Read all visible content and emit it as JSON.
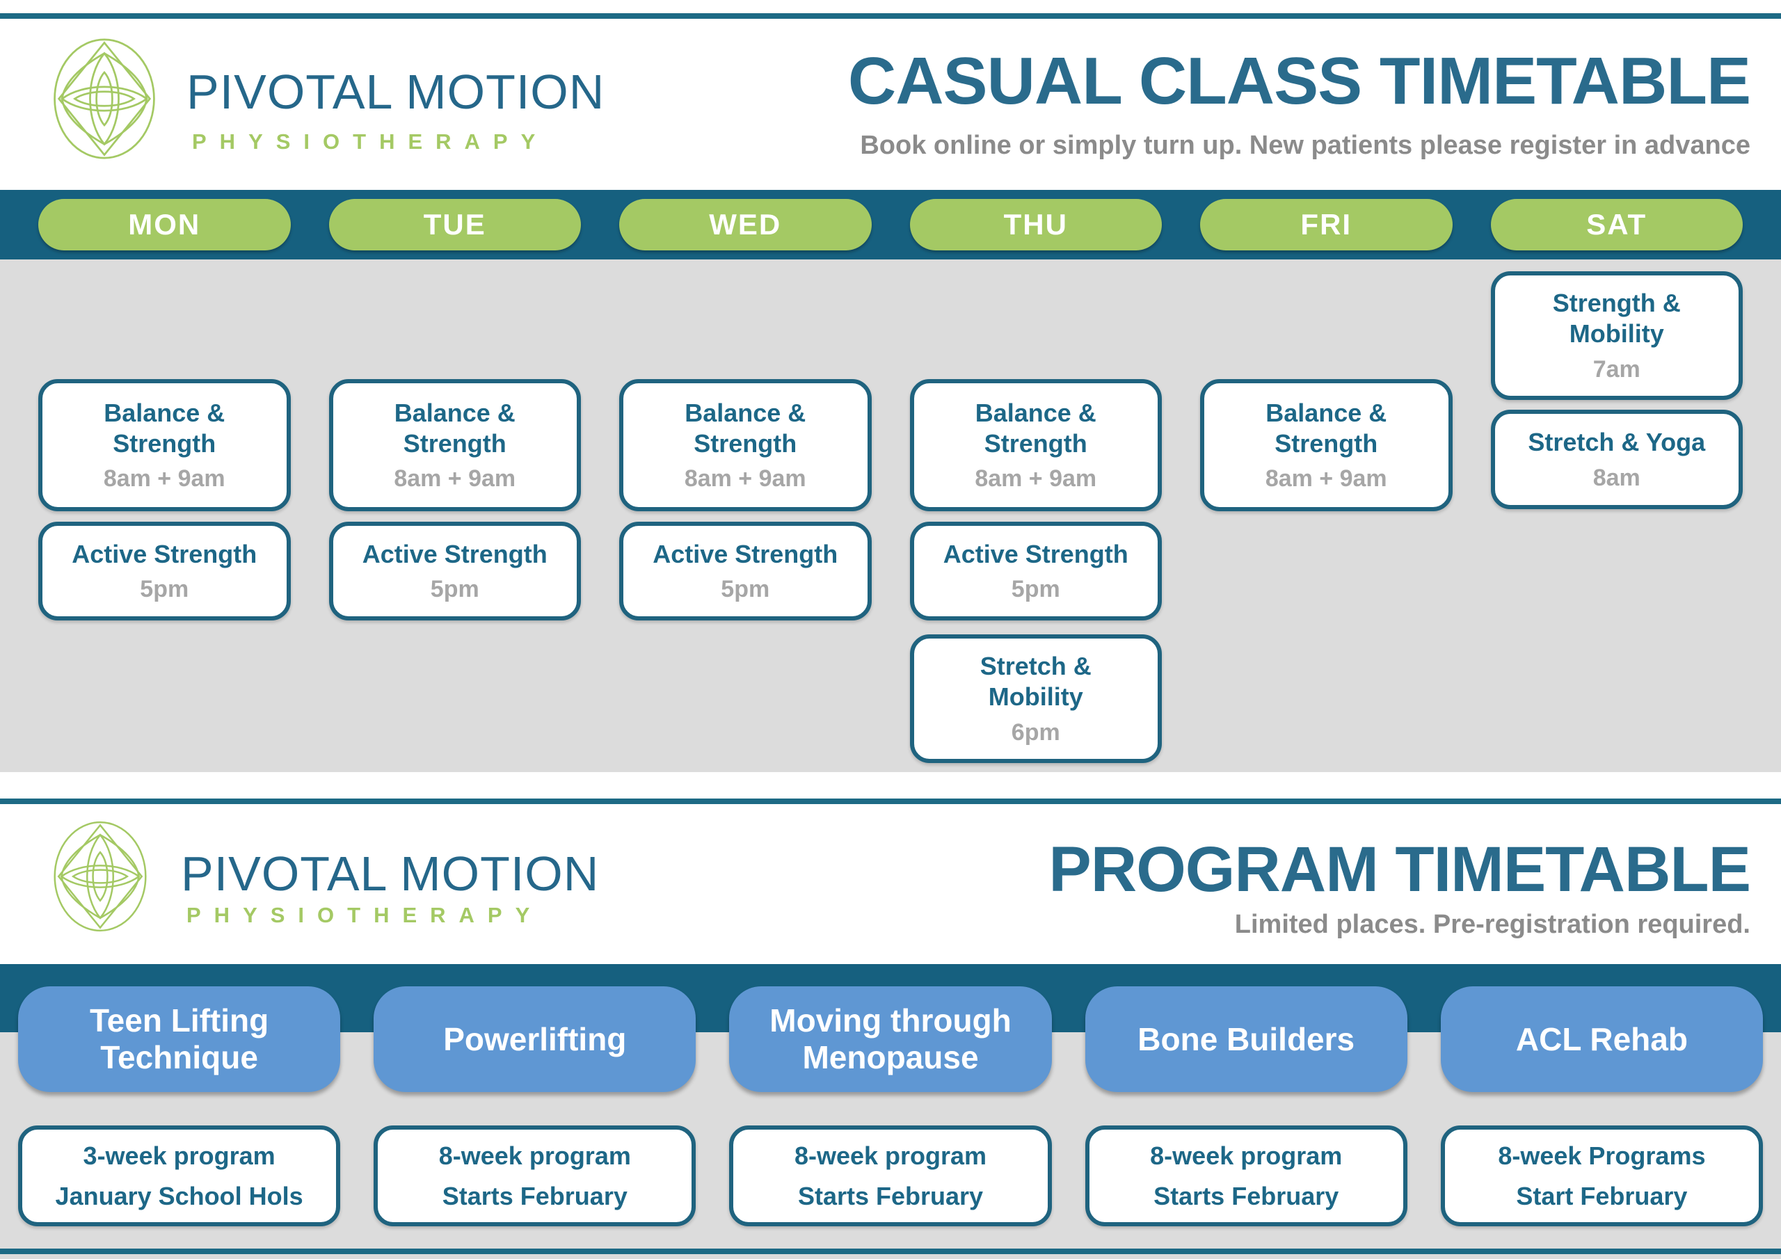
{
  "brand": {
    "name": "PIVOTAL MOTION",
    "tagline": "PHYSIOTHERAPY"
  },
  "casual": {
    "title": "CASUAL CLASS TIMETABLE",
    "subtitle": "Book online or simply turn up. New patients please register in advance",
    "days": [
      {
        "label": "MON",
        "classes": [
          {
            "name": "Balance &\nStrength",
            "time": "8am + 9am"
          },
          {
            "name": "Active Strength",
            "time": "5pm"
          }
        ]
      },
      {
        "label": "TUE",
        "classes": [
          {
            "name": "Balance &\nStrength",
            "time": "8am + 9am"
          },
          {
            "name": "Active Strength",
            "time": "5pm"
          }
        ]
      },
      {
        "label": "WED",
        "classes": [
          {
            "name": "Balance &\nStrength",
            "time": "8am + 9am"
          },
          {
            "name": "Active Strength",
            "time": "5pm"
          }
        ]
      },
      {
        "label": "THU",
        "classes": [
          {
            "name": "Balance &\nStrength",
            "time": "8am + 9am"
          },
          {
            "name": "Active Strength",
            "time": "5pm"
          },
          {
            "name": "Stretch &\nMobility",
            "time": "6pm"
          }
        ]
      },
      {
        "label": "FRI",
        "classes": [
          {
            "name": "Balance &\nStrength",
            "time": "8am + 9am"
          }
        ]
      },
      {
        "label": "SAT",
        "classes": [
          {
            "name": "Strength &\nMobility",
            "time": "7am"
          },
          {
            "name": "Stretch & Yoga",
            "time": "8am"
          }
        ]
      }
    ]
  },
  "program": {
    "title": "PROGRAM TIMETABLE",
    "subtitle": "Limited places. Pre-registration required.",
    "programs": [
      {
        "label": "Teen Lifting\nTechnique",
        "duration": "3-week program",
        "schedule": "January School Hols"
      },
      {
        "label": "Powerlifting",
        "duration": "8-week program",
        "schedule": "Starts February"
      },
      {
        "label": "Moving through\nMenopause",
        "duration": "8-week program",
        "schedule": "Starts February"
      },
      {
        "label": "Bone Builders",
        "duration": "8-week program",
        "schedule": "Starts February"
      },
      {
        "label": "ACL Rehab",
        "duration": "8-week Programs",
        "schedule": "Start February"
      }
    ]
  },
  "colors": {
    "teal_bar": "#16607f",
    "teal_rule": "#1d6a85",
    "teal_text": "#1d6787",
    "heading_teal": "#2a6b8c",
    "green": "#a4c964",
    "blue": "#5f97d3",
    "gray_background": "#dcdcdc",
    "time_gray": "#a6a6a6",
    "subtitle_gray": "#8b8b8b"
  }
}
